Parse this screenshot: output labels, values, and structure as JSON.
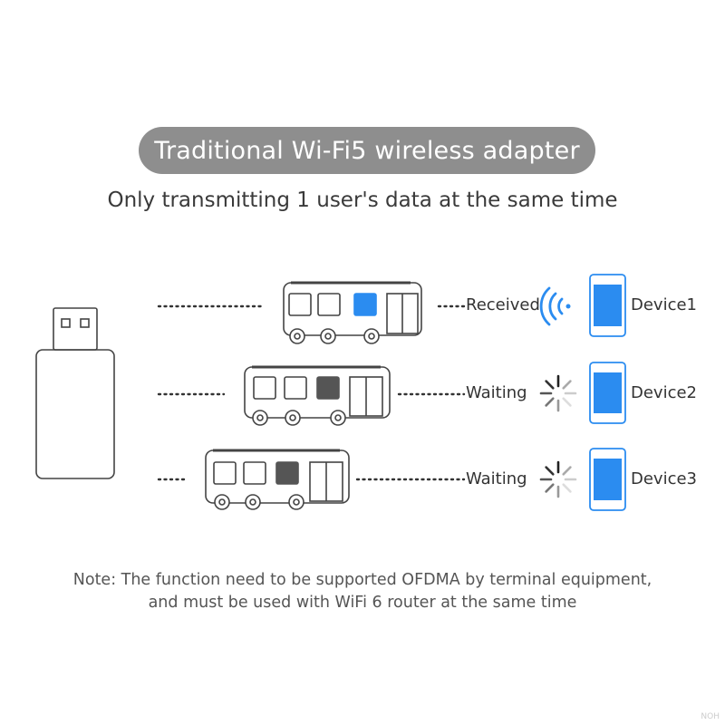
{
  "title": "Traditional Wi-Fi5 wireless adapter",
  "subtitle": "Only transmitting 1 user's data at the same time",
  "rows": [
    {
      "status": "Received",
      "device": "Device1"
    },
    {
      "status": "Waiting",
      "device": "Device2"
    },
    {
      "status": "Waiting",
      "device": "Device3"
    }
  ],
  "note": {
    "line1": "Note: The function need to be supported OFDMA by terminal equipment,",
    "line2": "and must be used with WiFi 6 router at the same time"
  },
  "watermark": "NOH",
  "colors": {
    "accent": "#2b8cf0",
    "pill": "#8e8e8e",
    "dark_window": "#555555"
  }
}
